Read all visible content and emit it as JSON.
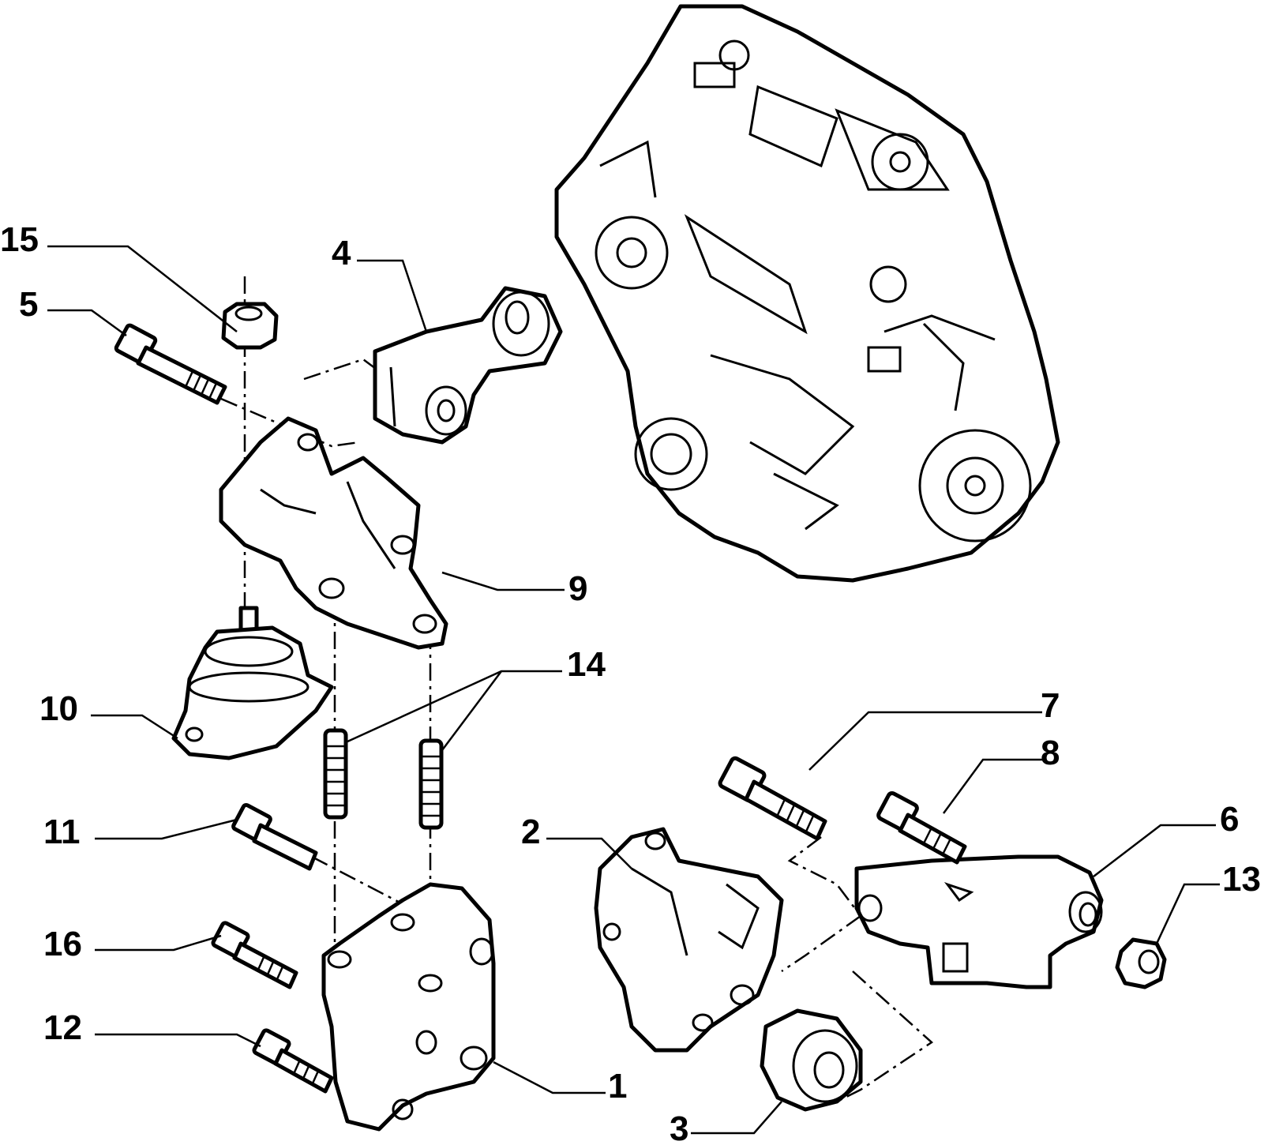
{
  "colors": {
    "ink": "#000000",
    "paper": "#ffffff"
  },
  "callouts": [
    {
      "id": "1",
      "label": "1"
    },
    {
      "id": "2",
      "label": "2"
    },
    {
      "id": "3",
      "label": "3"
    },
    {
      "id": "4",
      "label": "4"
    },
    {
      "id": "5",
      "label": "5"
    },
    {
      "id": "6",
      "label": "6"
    },
    {
      "id": "7",
      "label": "7"
    },
    {
      "id": "8",
      "label": "8"
    },
    {
      "id": "9",
      "label": "9"
    },
    {
      "id": "10",
      "label": "10"
    },
    {
      "id": "11",
      "label": "11"
    },
    {
      "id": "12",
      "label": "12"
    },
    {
      "id": "13",
      "label": "13"
    },
    {
      "id": "14",
      "label": "14"
    },
    {
      "id": "15",
      "label": "15"
    },
    {
      "id": "16",
      "label": "16"
    }
  ]
}
